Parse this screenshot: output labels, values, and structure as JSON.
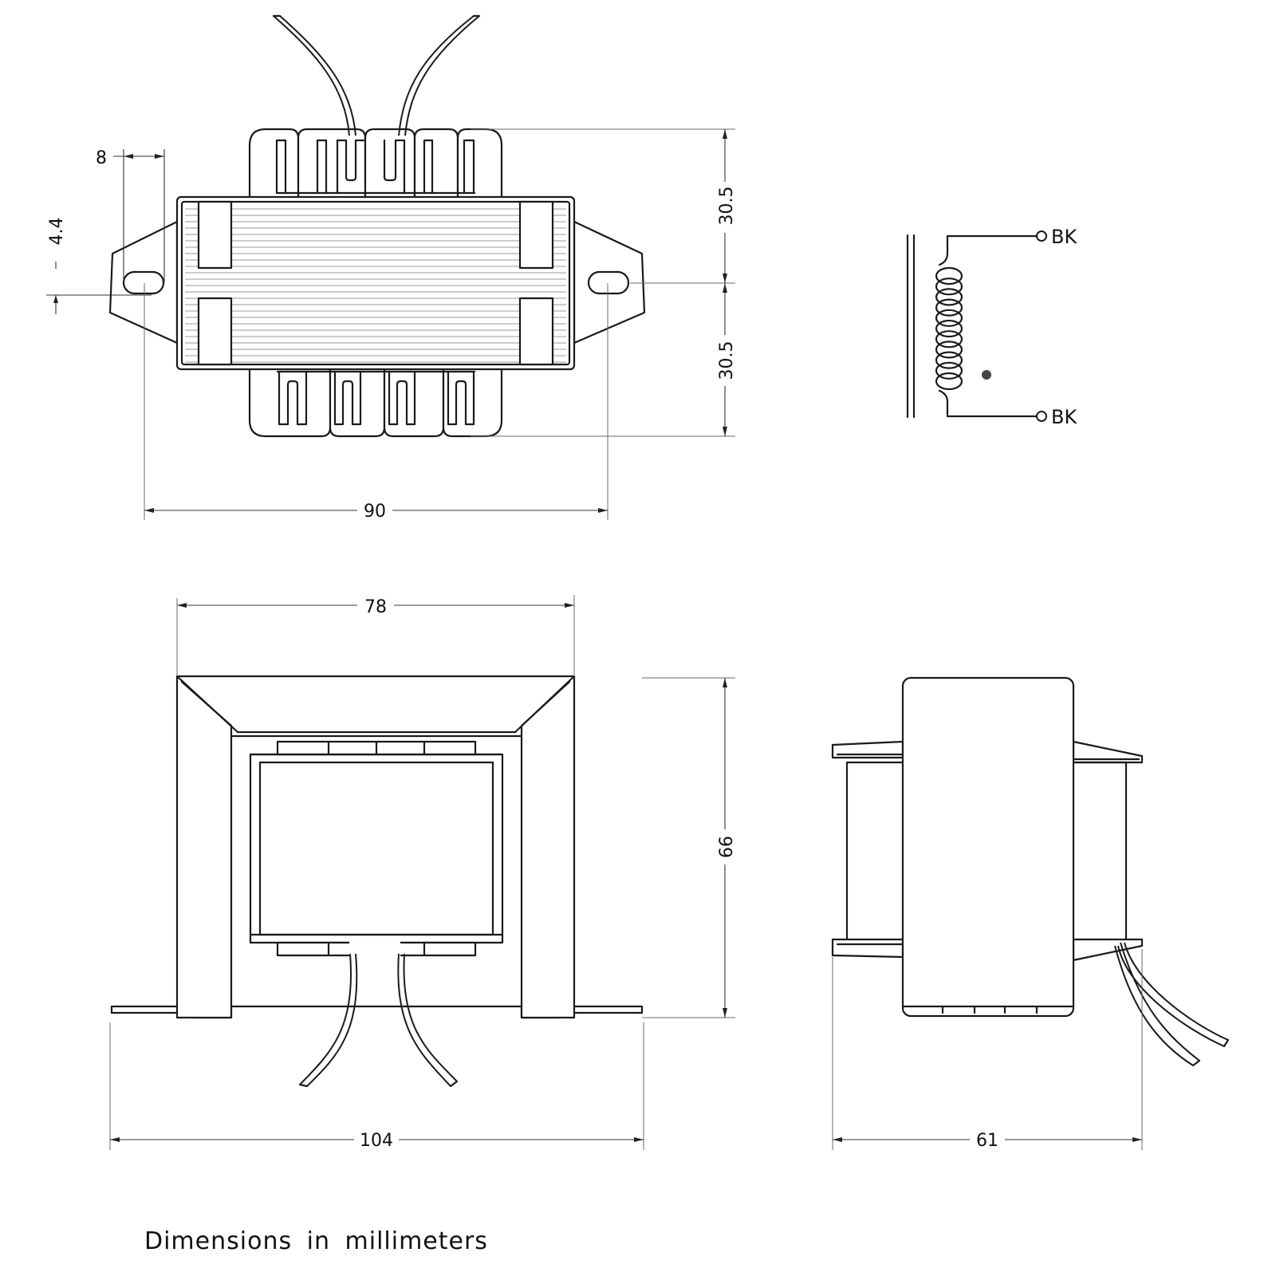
{
  "note": "Dimensions in millimeters",
  "top_view": {
    "dimensions": {
      "slot_width": "8",
      "slot_height": "4.4",
      "upper_half": "30.5",
      "lower_half": "30.5",
      "mounting_hole_spacing": "90"
    }
  },
  "front_view": {
    "dimensions": {
      "frame_width": "78",
      "height": "66",
      "overall_width": "104"
    }
  },
  "side_view": {
    "dimensions": {
      "depth": "61"
    }
  },
  "schematic": {
    "terminal_top": "BK",
    "terminal_bottom": "BK"
  }
}
